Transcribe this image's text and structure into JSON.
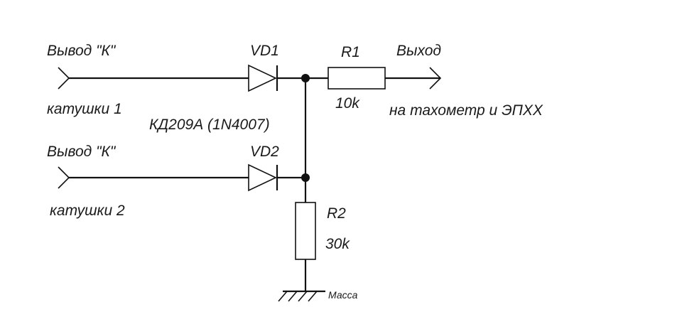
{
  "inputs": [
    {
      "line1": "Вывод  \"К\"",
      "line2": "катушки 1"
    },
    {
      "line1": "Вывод  \"К\"",
      "line2": "катушки 2"
    }
  ],
  "diodes": {
    "vd1": "VD1",
    "vd2": "VD2",
    "type": "КД209А (1N4007)"
  },
  "r1": {
    "name": "R1",
    "value": "10k"
  },
  "r2": {
    "name": "R2",
    "value": "30k"
  },
  "output": {
    "label": "Выход",
    "description": "на тахометр и ЭПХХ"
  },
  "ground": {
    "label": "Масса"
  }
}
